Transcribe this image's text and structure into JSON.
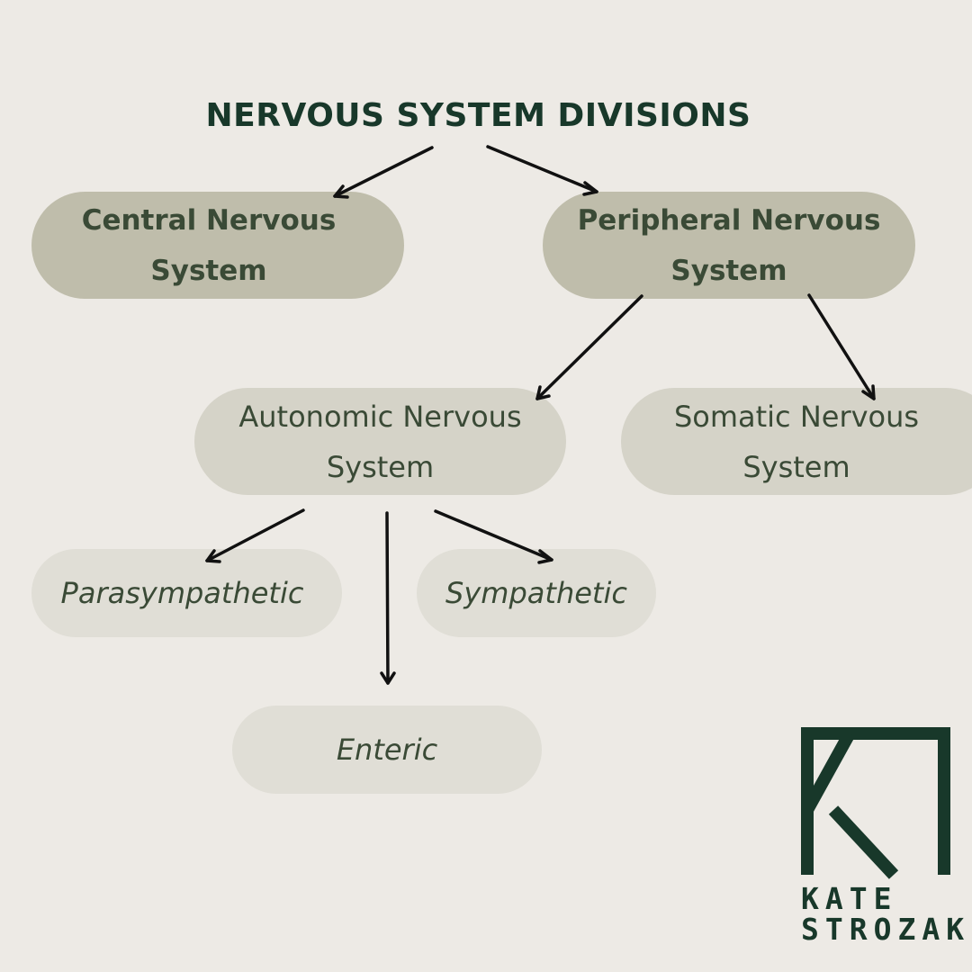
{
  "title": "NERVOUS SYSTEM DIVISIONS",
  "colors": {
    "background": "#edeae5",
    "title": "#18382a",
    "node_text": "#3a4a36",
    "level1_fill": "#bfbdab",
    "level2_fill": "#d5d3c8",
    "level3_fill": "#e0ded6",
    "arrow": "#111111"
  },
  "nodes": {
    "central": {
      "line1": "Central Nervous",
      "line2": "System"
    },
    "peripheral": {
      "line1": "Peripheral Nervous",
      "line2": "System"
    },
    "autonomic": {
      "line1": "Autonomic Nervous",
      "line2": "System"
    },
    "somatic": {
      "line1": "Somatic Nervous",
      "line2": "System"
    },
    "parasympathetic": {
      "label": "Parasympathetic"
    },
    "sympathetic": {
      "label": "Sympathetic"
    },
    "enteric": {
      "label": "Enteric"
    }
  },
  "edges": [
    {
      "from": "title",
      "to": "central"
    },
    {
      "from": "title",
      "to": "peripheral"
    },
    {
      "from": "peripheral",
      "to": "autonomic"
    },
    {
      "from": "peripheral",
      "to": "somatic"
    },
    {
      "from": "autonomic",
      "to": "parasympathetic"
    },
    {
      "from": "autonomic",
      "to": "enteric"
    },
    {
      "from": "autonomic",
      "to": "sympathetic"
    }
  ],
  "logo": {
    "line1": "KATE",
    "line2": "STROZAK",
    "icon": "k-monogram-logo"
  }
}
